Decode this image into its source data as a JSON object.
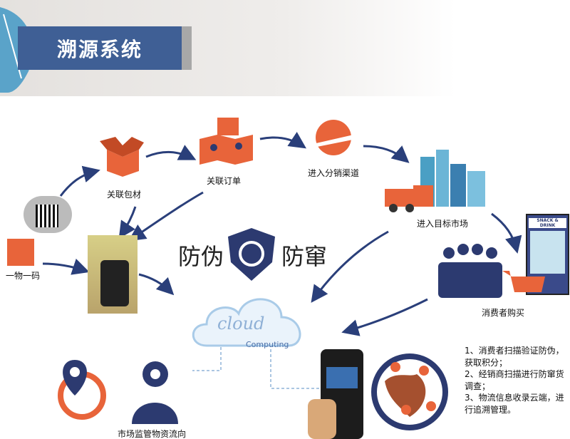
{
  "title": "溯源系统",
  "nodes": {
    "one_item_one_code": "一物一码",
    "link_packaging": "关联包材",
    "link_order": "关联订单",
    "enter_distribution": "进入分销渠道",
    "enter_target_market": "进入目标市场",
    "consumer_purchase": "消费者购买",
    "market_supervision": "市场监管物资流向"
  },
  "center": {
    "anti_fake": "防伪",
    "anti_channel": "防窜"
  },
  "cloud": {
    "word": "cloud",
    "sub": "Computing"
  },
  "vending_sign": "SNACK & DRINK",
  "notes": [
    "1、消费者扫描验证防伪，",
    "获取积分；",
    "2、经销商扫描进行防窜货",
    "调查；",
    "3、物流信息收录云端，进",
    "行追溯管理。"
  ],
  "colors": {
    "title_bar": "#3f5f95",
    "orange": "#e8643a",
    "navy": "#2c3a70",
    "arrow": "#2a3f7a"
  }
}
